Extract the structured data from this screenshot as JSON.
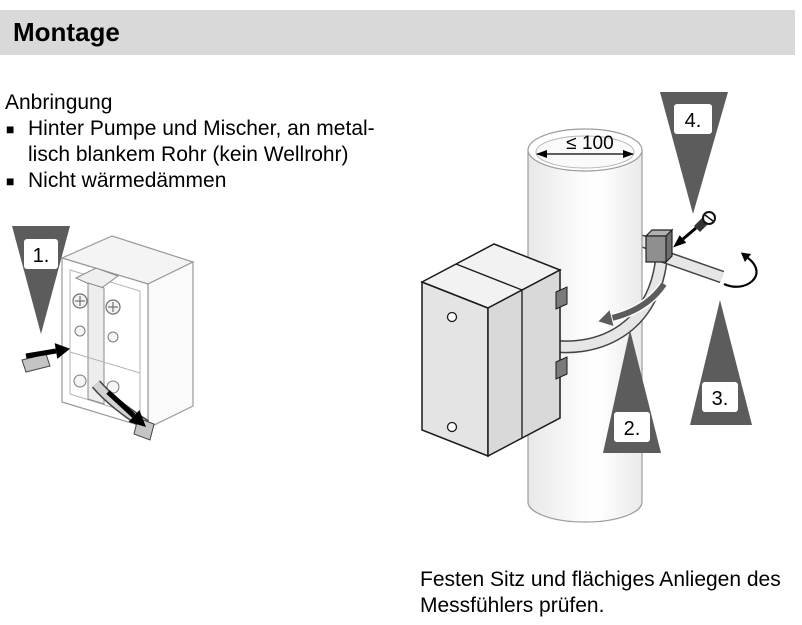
{
  "header": {
    "title": "Montage"
  },
  "mounting": {
    "heading": "Anbringung",
    "bullet_symbol": "■",
    "bullets": [
      {
        "lines": [
          "Hinter Pumpe und Mischer, an metal-",
          "lisch blankem Rohr (kein Wellrohr)"
        ]
      },
      {
        "lines": [
          "Nicht wärmedämmen"
        ]
      }
    ]
  },
  "figure_terminal": {
    "step_label": "1."
  },
  "figure_pipe": {
    "dimension_label": "≤ 100",
    "step_labels": [
      "2.",
      "3.",
      "4."
    ]
  },
  "check_note": {
    "lines": [
      "Festen Sitz und flächiges Anliegen des",
      "Messfühlers prüfen."
    ]
  },
  "colors": {
    "header_background": "#d9d9d9",
    "step_marker": "#5c5c5c",
    "text": "#000000"
  }
}
